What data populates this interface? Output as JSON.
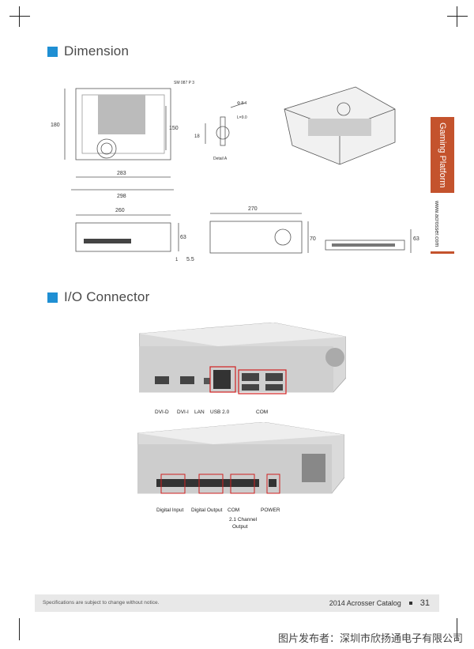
{
  "sections": {
    "dimension_title": "Dimension",
    "io_title": "I/O Connector"
  },
  "side_tab": {
    "label": "Gaming Platform",
    "url": "www.acrosser.com"
  },
  "dimensions": {
    "top_view": {
      "w1": "283",
      "w2": "298",
      "h": "180",
      "h_inner": "150",
      "note": "SM 087 P 3"
    },
    "keyhole": {
      "phi": "Φ 8.4",
      "len": "L=9.0",
      "d": "18",
      "detail": "Detail A"
    },
    "front_view": {
      "w": "260",
      "h": "63",
      "h2": "1",
      "off": "5.5"
    },
    "side_view": {
      "w": "270",
      "h": "70"
    },
    "rear_view": {
      "h": "63"
    }
  },
  "io": {
    "top_labels": [
      "DVI-D",
      "DVI-I",
      "LAN",
      "USB 2.0",
      "COM"
    ],
    "bottom_labels": {
      "digital_input": "Digital Input",
      "digital_output": "Digital Output",
      "com": "COM",
      "channel_line1": "2.1 Channel",
      "channel_line2": "Output",
      "power": "POWER"
    }
  },
  "footer": {
    "disclaimer": "Specifications are subject to change without notice.",
    "catalog": "2014 Acrosser Catalog",
    "page": "31"
  },
  "watermark": "图片发布者：深圳市欣扬通电子有限公司",
  "colors": {
    "accent_blue": "#1f8fd3",
    "tab_orange": "#c4532d",
    "highlight_red": "#d02020"
  }
}
